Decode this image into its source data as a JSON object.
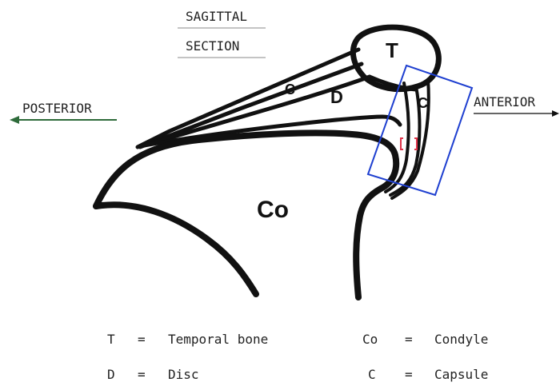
{
  "title_lines": [
    "SAGITTAL",
    "SECTION"
  ],
  "directions": {
    "posterior": "POSTERIOR",
    "anterior": "ANTERIOR"
  },
  "region_labels": {
    "temporal": "T",
    "disc": "D",
    "capsule_left": "C",
    "capsule_right": "C",
    "condyle": "Co"
  },
  "legend": [
    {
      "abbr": "T",
      "eq": "=",
      "desc": "Temporal bone"
    },
    {
      "abbr": "Co",
      "eq": "=",
      "desc": "Condyle"
    },
    {
      "abbr": "D",
      "eq": "=",
      "desc": "Disc"
    },
    {
      "abbr": "C",
      "eq": "=",
      "desc": "Capsule"
    }
  ],
  "colors": {
    "outline": "#111111",
    "posterior_arrow": "#2e6b3a",
    "anterior_arrow": "#111111",
    "highlight_box": "#1e3fd0",
    "marker": "#e0334a"
  }
}
